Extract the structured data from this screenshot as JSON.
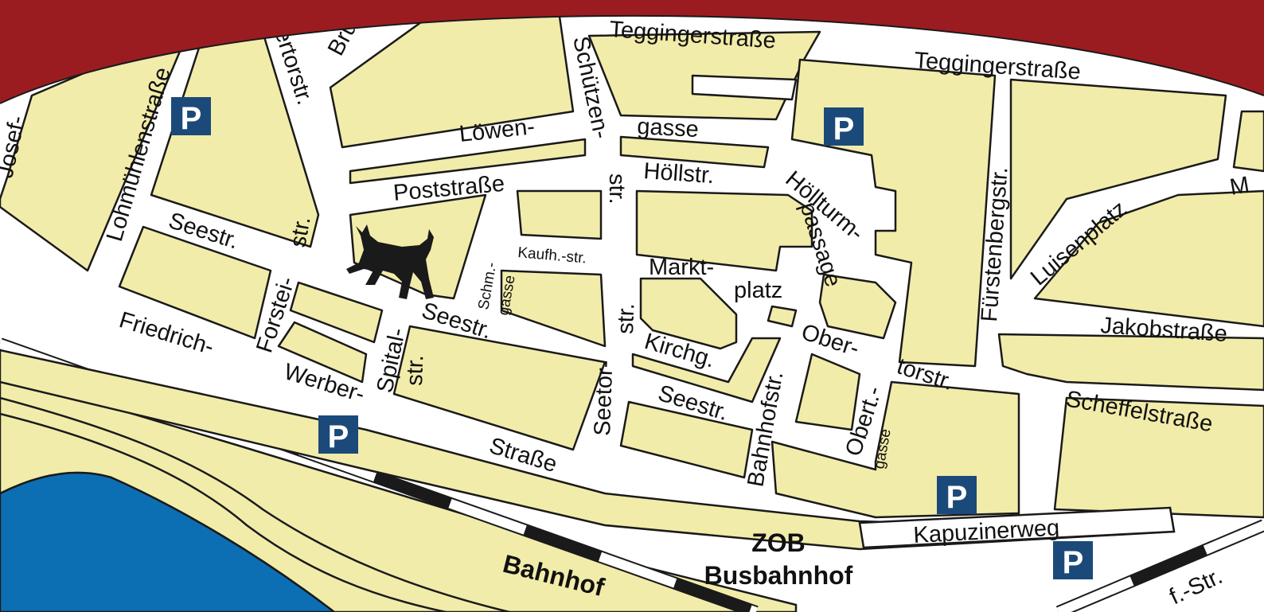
{
  "colors": {
    "background": "#9b1c20",
    "land": "#f2ecaa",
    "road": "#ffffff",
    "outline": "#1a1a1a",
    "water": "#0c6fb3",
    "parking": "#1b4a7a"
  },
  "streets": {
    "teggingerstrasse_1": "Teggingerstraße",
    "teggingerstrasse_2": "Teggingerstraße",
    "lowen": "Löwen-",
    "gasse": "gasse",
    "schuetzen": "Schützen-",
    "str_schuetzen": "str.",
    "poststrasse": "Poststraße",
    "hoellstr": "Höllstr.",
    "hoellturm": "Höllturm-",
    "passage": "passage",
    "fuerstenbergstr": "Fürstenbergstr.",
    "luisenplatz": "Luisenplatz",
    "m_partial": "M",
    "lohmuehlenstrasse": "Lohmühlenstraße",
    "josef_partial": "Josef-",
    "bru_partial": "Bru",
    "ertorstr_partial": "ertorstr.",
    "seestr_1": "Seestr.",
    "str_forstei": "str.",
    "forstei": "Forstei-",
    "kaufhstr": "Kaufh.-str.",
    "schm": "Schm.-",
    "schm_gasse": "gasse",
    "markt": "Markt-",
    "platz": "platz",
    "jakobstrasse": "Jakobstraße",
    "friedrich": "Friedrich-",
    "werber": "Werber-",
    "spital": "Spital-",
    "spital_str": "str.",
    "seestr_2": "Seestr.",
    "seetor": "Seetor-",
    "seetor_str": "str.",
    "kirchg": "Kirchg.",
    "ober": "Ober-",
    "torstr": "torstr.",
    "scheffelstrasse": "Scheffelstraße",
    "seestr_3": "Seestr.",
    "bahnhofstr": "Bahnhofstr.",
    "obert": "Obert.-",
    "obert_gasse": "gasse",
    "strasse": "Straße",
    "kapuzinerweg": "Kapuzinerweg",
    "f_str_partial": "f.-Str."
  },
  "places": {
    "zob": "ZOB",
    "busbahnhof": "Busbahnhof",
    "bahnhof": "Bahnhof"
  },
  "parking": {
    "symbol": "P"
  },
  "landmark": {
    "icon": "dog-statue-icon"
  }
}
